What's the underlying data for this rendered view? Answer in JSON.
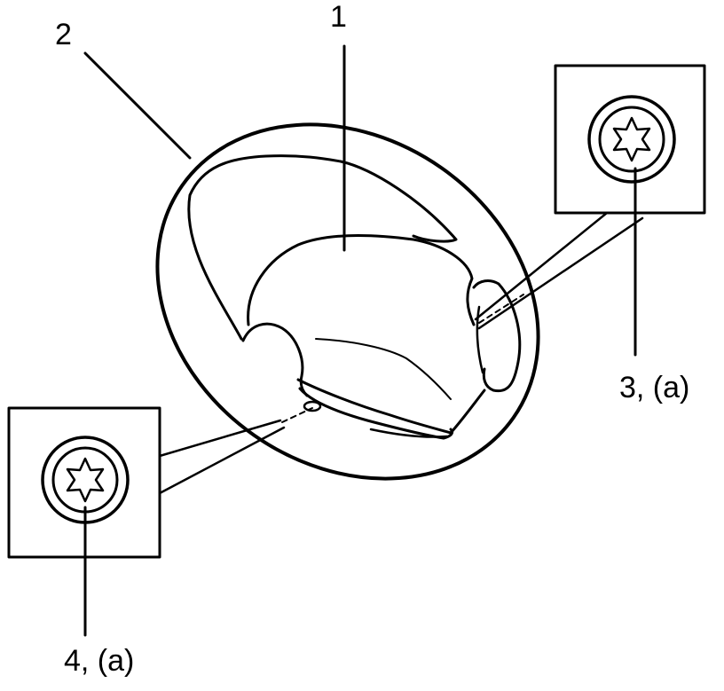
{
  "callouts": {
    "c1": "1",
    "c2": "2",
    "c3": "3, (a)",
    "c4": "4, (a)"
  },
  "colors": {
    "line": "#000000",
    "background": "#ffffff"
  },
  "icons": {
    "fastener": "torx-bolt-head-icon"
  }
}
